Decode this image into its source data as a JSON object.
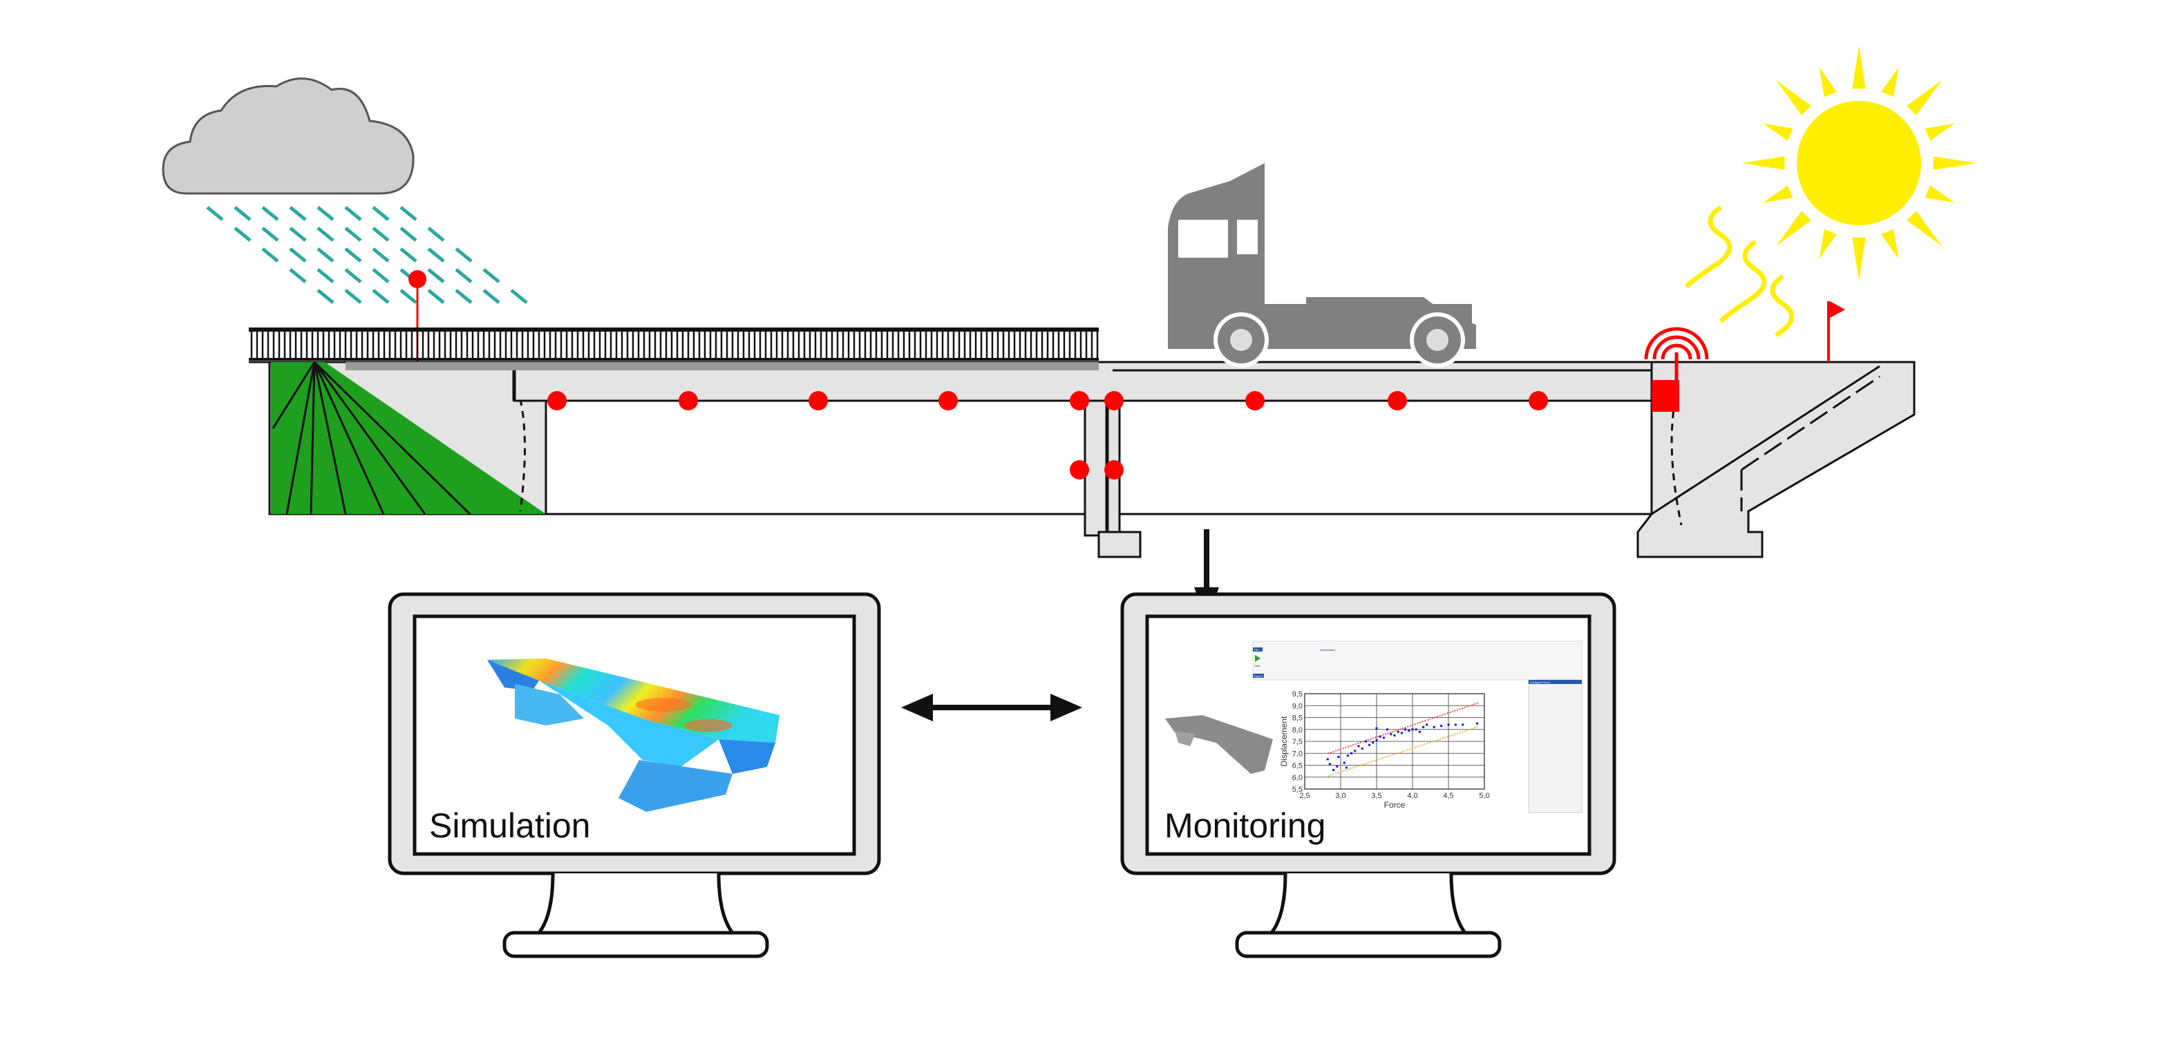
{
  "colors": {
    "sensor": "#ff0000",
    "rain": "#2aa8a0",
    "sun": "#ffee00",
    "embankment": "#1ea01e",
    "structure_fill": "#e4e4e4",
    "truck": "#808080",
    "cloud": "#cfcfcf"
  },
  "icons": [
    "cloud-icon",
    "rain-icon",
    "sun-icon",
    "heat-waves-icon",
    "truck-icon",
    "antenna-icon",
    "flag-icon",
    "monitor-icon"
  ],
  "simulation_screen": {
    "label": "Simulation"
  },
  "monitoring_screen": {
    "label": "Monitoring",
    "app": {
      "file_tab": "File",
      "active_tab": "Visualization",
      "start_button": "Start",
      "panel_tab": "Panel 1",
      "config_panel_title": "Configure Panel"
    }
  },
  "chart_data": {
    "type": "scatter",
    "xlabel": "Force",
    "ylabel": "Displacement",
    "xlim": [
      2.5,
      5.0
    ],
    "ylim": [
      5.5,
      9.5
    ],
    "xticks": [
      "2,5",
      "3,0",
      "3,5",
      "4,0",
      "4,5",
      "5,0"
    ],
    "yticks": [
      "5,5",
      "6,0",
      "6,5",
      "7,0",
      "7,5",
      "8,0",
      "8,5",
      "9,0",
      "9,5"
    ],
    "grid": true,
    "series": [
      {
        "color": "#ff2020",
        "style": "dotted-line",
        "x": [
          2.83,
          4.9
        ],
        "y": [
          7.0,
          9.1
        ]
      },
      {
        "color": "#f0a020",
        "style": "dotted-line",
        "x": [
          2.83,
          4.9
        ],
        "y": [
          6.05,
          8.1
        ]
      },
      {
        "color": "#1010e0",
        "style": "points",
        "x": [
          2.82,
          2.85,
          2.9,
          2.95,
          2.97,
          3.05,
          3.08,
          3.1,
          3.15,
          3.2,
          3.25,
          3.3,
          3.35,
          3.4,
          3.45,
          3.5,
          3.5,
          3.55,
          3.6,
          3.65,
          3.7,
          3.75,
          3.8,
          3.85,
          3.9,
          3.95,
          4.0,
          4.05,
          4.1,
          4.15,
          4.2,
          4.3,
          4.4,
          4.5,
          4.6,
          4.7,
          4.9
        ],
        "y": [
          6.75,
          6.55,
          6.3,
          6.45,
          6.85,
          6.6,
          6.4,
          6.9,
          7.0,
          7.1,
          7.3,
          7.2,
          7.5,
          7.35,
          7.45,
          8.05,
          7.55,
          7.7,
          7.65,
          8.0,
          7.8,
          7.75,
          7.9,
          7.85,
          8.0,
          7.95,
          8.0,
          8.0,
          7.9,
          8.1,
          8.2,
          8.1,
          8.15,
          8.2,
          8.2,
          8.2,
          8.25
        ]
      }
    ]
  }
}
